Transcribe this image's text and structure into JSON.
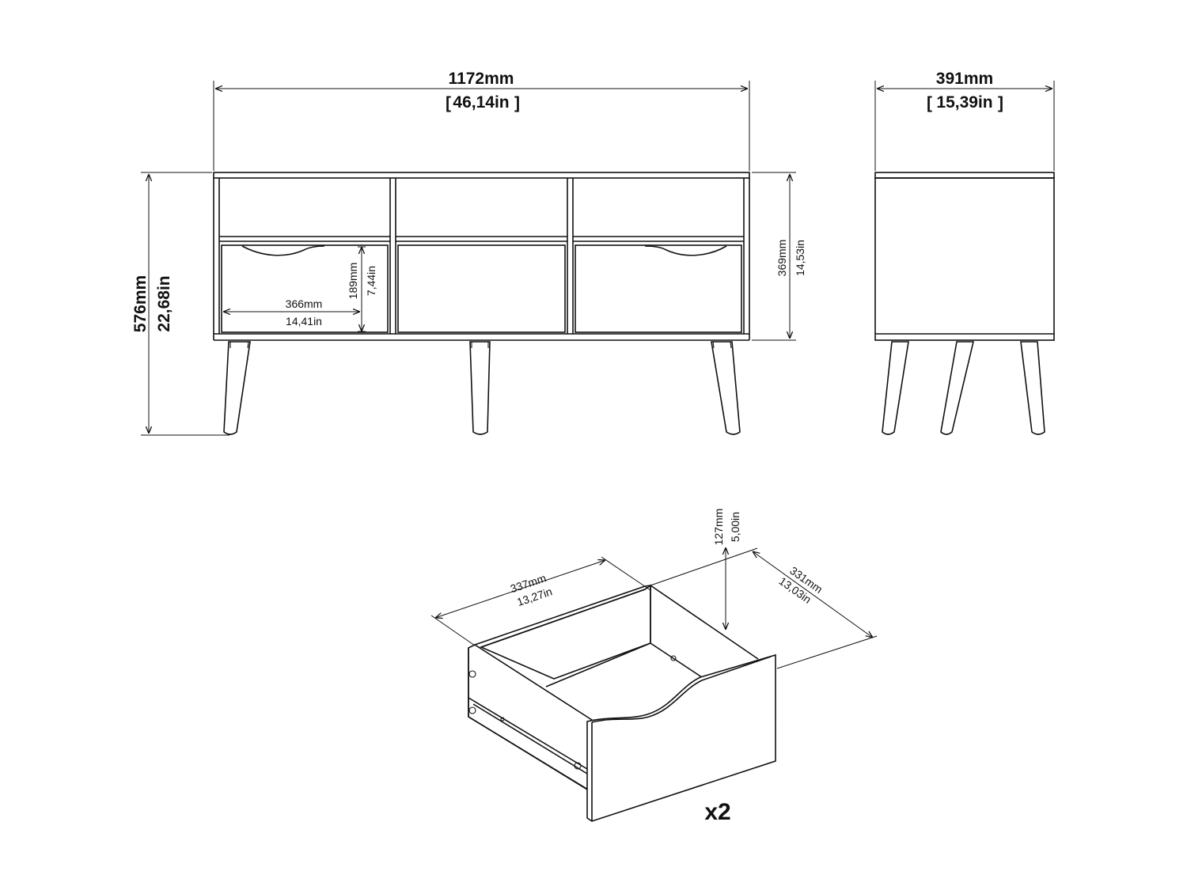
{
  "dimensions": {
    "width_mm": "1172mm",
    "width_in": "46,14in",
    "depth_mm": "391mm",
    "depth_in": "15,39in",
    "height_mm": "576mm",
    "height_in": "22,68in",
    "body_height_mm": "369mm",
    "body_height_in": "14,53in",
    "drawer_front_width_mm": "366mm",
    "drawer_front_width_in": "14,41in",
    "drawer_front_height_mm": "189mm",
    "drawer_front_height_in": "7,44in"
  },
  "drawer": {
    "width_mm": "337mm",
    "width_in": "13,27in",
    "depth_mm": "331mm",
    "depth_in": "13,03in",
    "height_mm": "127mm",
    "height_in": "5,00in",
    "quantity": "x2"
  }
}
